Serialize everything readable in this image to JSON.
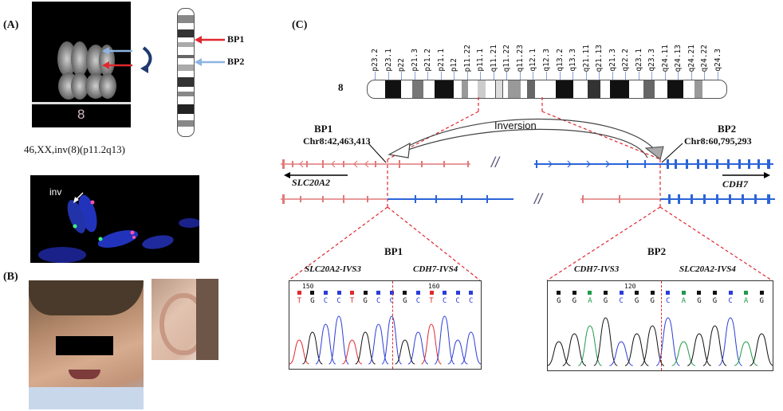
{
  "panel_labels": {
    "a": "(A)",
    "b": "(B)",
    "c": "(C)"
  },
  "panel_a": {
    "chromosome_number": "8",
    "bp1": "BP1",
    "bp2": "BP2",
    "karyotype": "46,XX,inv(8)(p11.2q13)",
    "fish_label": "inv"
  },
  "panel_c": {
    "chromosome_number": "8",
    "bands": [
      "p23.2",
      "p23.1",
      "p22",
      "p21.3",
      "p21.2",
      "p21.1",
      "p12",
      "p11.22",
      "p11.1",
      "q11.21",
      "q11.22",
      "q11.23",
      "q12.1",
      "q12.3",
      "q13.2",
      "q13.3",
      "q21.11",
      "q21.13",
      "q21.3",
      "q22.2",
      "q23.1",
      "q23.3",
      "q24.11",
      "q24.13",
      "q24.21",
      "q24.22",
      "q24.3"
    ],
    "inversion_label": "Inversion",
    "bp1_title": "BP1",
    "bp1_coord": "Chr8:42,463,413",
    "bp2_title": "BP2",
    "bp2_coord": "Chr8:60,795,293",
    "gene_left": "SLC20A2",
    "gene_right": "CDH7",
    "break_symbol": "//",
    "seq1": {
      "title": "BP1",
      "left_gene": "SLC20A2-IVS3",
      "right_gene": "CDH7-IVS4",
      "pos_left": "150",
      "pos_right": "160",
      "bases": [
        "T",
        "G",
        "C",
        "C",
        "T",
        "G",
        "C",
        "C",
        "G",
        "C",
        "T",
        "C",
        "C",
        "C"
      ],
      "colors": [
        "#e0282f",
        "#111111",
        "#2b3cd8",
        "#2b3cd8",
        "#e0282f",
        "#111111",
        "#2b3cd8",
        "#2b3cd8",
        "#111111",
        "#2b3cd8",
        "#e0282f",
        "#2b3cd8",
        "#2b3cd8",
        "#2b3cd8"
      ]
    },
    "seq2": {
      "title": "BP2",
      "left_gene": "CDH7-IVS3",
      "right_gene": "SLC20A2-IVS4",
      "pos": "120",
      "bases": [
        "G",
        "G",
        "A",
        "G",
        "C",
        "G",
        "G",
        "C",
        "A",
        "G",
        "G",
        "C",
        "A",
        "G"
      ],
      "colors": [
        "#111111",
        "#111111",
        "#1f9a4a",
        "#111111",
        "#2b3cd8",
        "#111111",
        "#111111",
        "#2b3cd8",
        "#1f9a4a",
        "#111111",
        "#111111",
        "#2b3cd8",
        "#1f9a4a",
        "#111111"
      ]
    }
  },
  "colors": {
    "red": "#e0282f",
    "blue": "#2b64d8",
    "pink": "#e07a7a",
    "arrow_blue": "#8db4e2"
  }
}
